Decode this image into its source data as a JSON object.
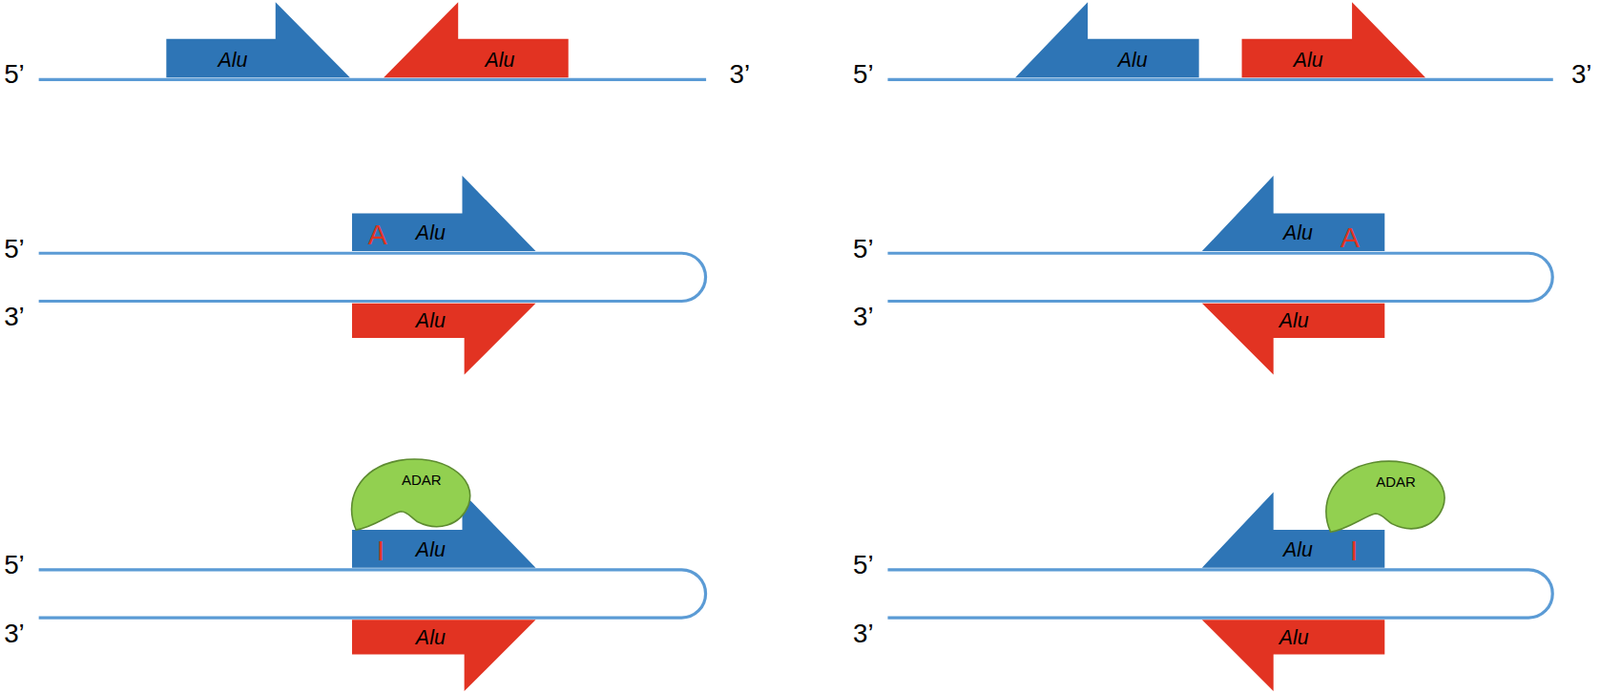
{
  "diagram": {
    "nodes": [
      {
        "text": [
          "Alu"
        ]
      },
      {
        "text": [
          "Alu"
        ]
      },
      {
        "text": [
          "Alu"
        ]
      },
      {
        "text": [
          "Alu"
        ]
      },
      {
        "text": [
          "A",
          "Alu"
        ]
      },
      {
        "text": [
          "Alu"
        ]
      },
      {
        "text": [
          "Alu",
          "A"
        ]
      },
      {
        "text": [
          "Alu"
        ]
      },
      {
        "text": [
          "ADAR"
        ]
      },
      {
        "text": [
          "I",
          "Alu"
        ]
      },
      {
        "text": [
          "Alu"
        ]
      },
      {
        "text": [
          "ADAR"
        ]
      },
      {
        "text": [
          "Alu",
          "I"
        ]
      },
      {
        "text": [
          "Alu"
        ]
      }
    ],
    "labels": [
      "5’",
      "3’",
      "5’",
      "3’",
      "5’",
      "3’",
      "5’",
      "3’",
      "5’",
      "3’",
      "5’",
      "3’"
    ]
  }
}
